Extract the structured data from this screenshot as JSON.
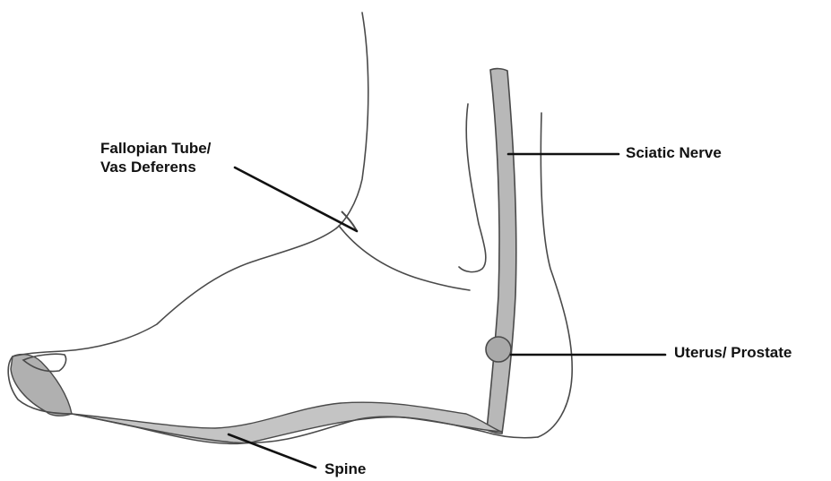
{
  "labels": {
    "fallopian_line1": "Fallopian Tube/",
    "fallopian_line2": "Vas Deferens",
    "sciatic": "Sciatic Nerve",
    "uterus": "Uterus/ Prostate",
    "spine": "Spine"
  },
  "colors": {
    "outline": "#4a4a4a",
    "shade": "#b8b8b8",
    "leader": "#111111",
    "text": "#111111"
  }
}
